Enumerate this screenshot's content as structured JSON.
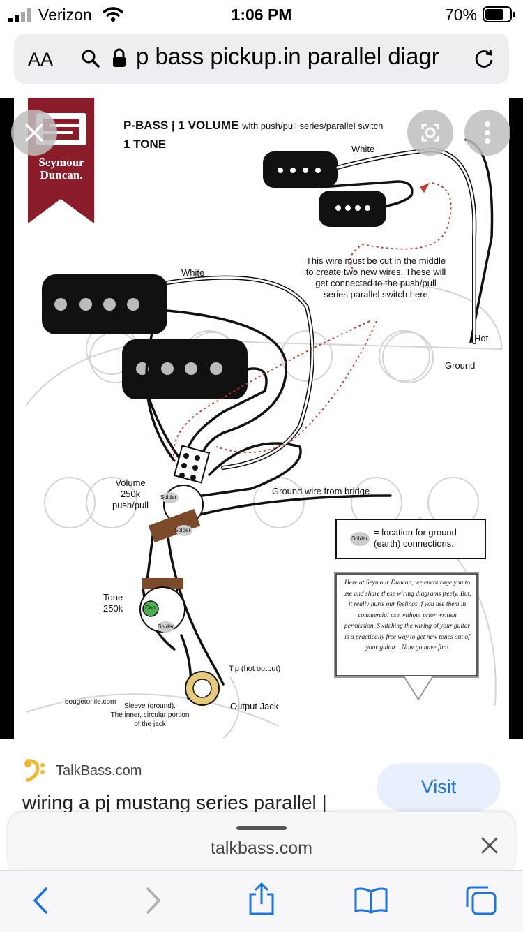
{
  "status_bar": {
    "carrier": "Verizon",
    "time": "1:06 PM",
    "battery_percent": "70%"
  },
  "url_bar": {
    "text_size_label": "AA",
    "url_text": "p bass pickup.in parallel diagr"
  },
  "diagram": {
    "brand_line1": "Seymour",
    "brand_line2": "Duncan.",
    "title_line1": "P-BASS | 1 VOLUME",
    "title_suffix": "with push/pull series/parallel switch",
    "title_line2": "1 TONE",
    "label_white_top": "White",
    "label_white_left": "White",
    "wire_note": "This wire must be cut in the middle to create two new wires. These will get connected to the push/pull series parallel switch here",
    "label_hot": "Hot",
    "label_ground": "Ground",
    "volume_label": "Volume\n250k\npush/pull",
    "ground_wire_label": "Ground wire from bridge",
    "solder_legend": "= location for ground (earth) connections.",
    "solder_word": "Solder",
    "cap_word": "Cap",
    "tone_label": "Tone\n250k",
    "tip_label": "Tip (hot output)",
    "output_jack_label": "Output Jack",
    "sleeve_label": "Sleeve (ground).\nThe inner, circular portion\nof the jack",
    "watermark": "bougetonile.com",
    "note": "Here at Seymour Duncan, we encourage you to use and share these wiring diagrams freely. But, it really hurts our feelings if you use them in commercial use without prior written permission. Switching the wiring of your guitar is a practically free way to get new tones out of your guitar... Now go have fun!"
  },
  "result": {
    "source": "TalkBass.com",
    "title": "wiring a pj mustang series parallel |",
    "visit_label": "Visit"
  },
  "bottom_sheet": {
    "domain": "talkbass.com"
  },
  "colors": {
    "accent": "#1a73e8",
    "brand_red": "#8b1c2a",
    "visit_bg": "#e8f0fe",
    "talkbass_logo": "#f2b630"
  },
  "icons": [
    "signal-icon",
    "wifi-icon",
    "battery-icon",
    "search-icon",
    "lock-icon",
    "reload-icon",
    "close-icon",
    "lens-icon",
    "more-icon",
    "talkbass-logo-icon",
    "close-sheet-icon",
    "back-icon",
    "forward-icon",
    "share-icon",
    "bookmarks-icon",
    "tabs-icon"
  ]
}
